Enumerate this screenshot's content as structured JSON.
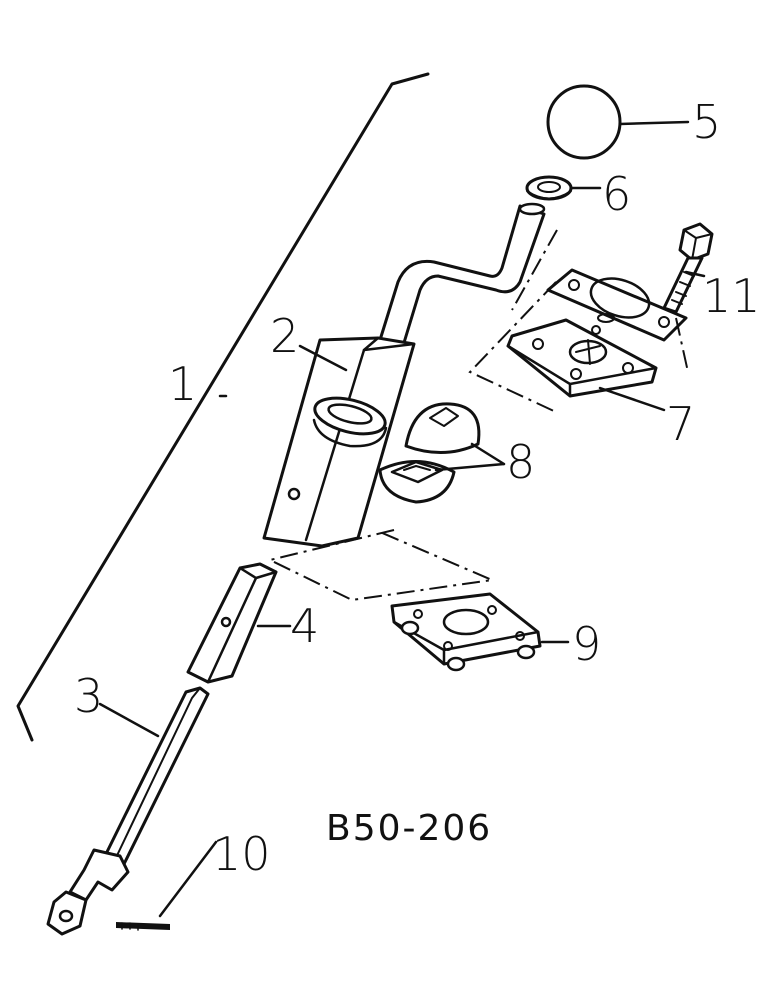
{
  "drawing_code": "B50-206",
  "callouts": {
    "c1": "1",
    "c2": "2",
    "c3": "3",
    "c4": "4",
    "c5": "5",
    "c6": "6",
    "c7": "7",
    "c8": "8",
    "c9": "9",
    "c10": "10",
    "c11": "11"
  },
  "ink_color": "#111111",
  "background_color": "#ffffff"
}
